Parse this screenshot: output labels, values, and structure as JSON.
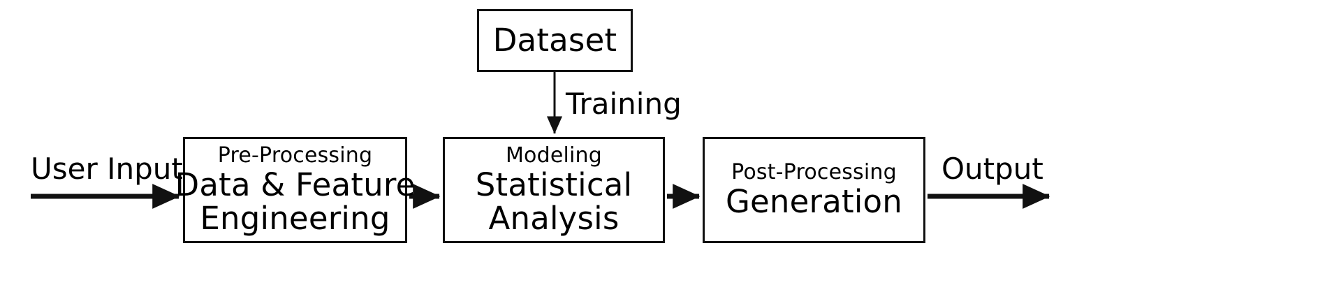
{
  "diagram": {
    "title": "Machine Learning Pipeline Flowchart",
    "background_color": "#ffffff",
    "stroke_color": "#111111",
    "text_color": "#000000",
    "nodes": [
      {
        "id": "dataset",
        "label": "Dataset",
        "sub": "",
        "shape": "rectangle"
      },
      {
        "id": "preprocessing",
        "sub": "Pre-Processing",
        "main_line1": "Data & Feature",
        "main_line2": "Engineering",
        "shape": "rectangle"
      },
      {
        "id": "modeling",
        "sub": "Modeling",
        "main_line1": "Statistical",
        "main_line2": "Analysis",
        "shape": "rectangle"
      },
      {
        "id": "postprocessing",
        "sub": "Post-Processing",
        "main_line1": "Generation",
        "main_line2": "",
        "shape": "rectangle"
      }
    ],
    "edges": [
      {
        "id": "user-input",
        "label": "User Input",
        "from": "",
        "to": "preprocessing",
        "direction": "right"
      },
      {
        "id": "pre-to-model",
        "label": "",
        "from": "preprocessing",
        "to": "modeling",
        "direction": "right"
      },
      {
        "id": "training",
        "label": "Training",
        "from": "dataset",
        "to": "modeling",
        "direction": "down"
      },
      {
        "id": "model-to-post",
        "label": "",
        "from": "modeling",
        "to": "postprocessing",
        "direction": "right"
      },
      {
        "id": "output",
        "label": "Output",
        "from": "postprocessing",
        "to": "",
        "direction": "right"
      }
    ]
  }
}
